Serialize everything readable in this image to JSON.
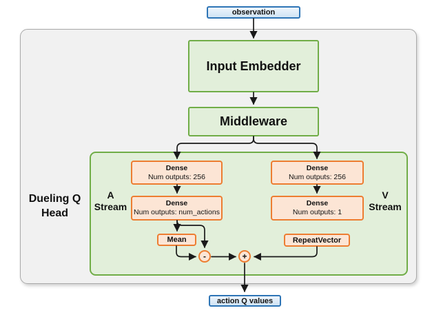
{
  "diagram": {
    "input_node": {
      "label": "observation"
    },
    "output_node": {
      "label": "action Q values"
    },
    "blocks": {
      "input_embedder": {
        "label": "Input Embedder"
      },
      "middleware": {
        "label": "Middleware"
      }
    },
    "dueling_head": {
      "label": "Dueling Q Head",
      "a_stream": {
        "label": "A Stream",
        "layers": [
          {
            "title": "Dense",
            "subtitle": "Num outputs: 256"
          },
          {
            "title": "Dense",
            "subtitle": "Num outputs: num_actions"
          },
          {
            "title": "Mean"
          }
        ]
      },
      "v_stream": {
        "label": "V Stream",
        "layers": [
          {
            "title": "Dense",
            "subtitle": "Num outputs: 256"
          },
          {
            "title": "Dense",
            "subtitle": "Num outputs: 1"
          },
          {
            "title": "RepeatVector"
          }
        ]
      },
      "operators": {
        "subtract": "-",
        "add": "+"
      }
    },
    "colors": {
      "io_fill": "#dbe9f6",
      "io_border": "#2e75b6",
      "block_fill": "#e2efda",
      "block_border": "#70ad47",
      "layer_fill": "#fce5d5",
      "layer_border": "#ed7d31",
      "container_fill": "#f1f1f1",
      "container_border": "#a9a9a9",
      "arrow": "#1a1a1a"
    }
  }
}
